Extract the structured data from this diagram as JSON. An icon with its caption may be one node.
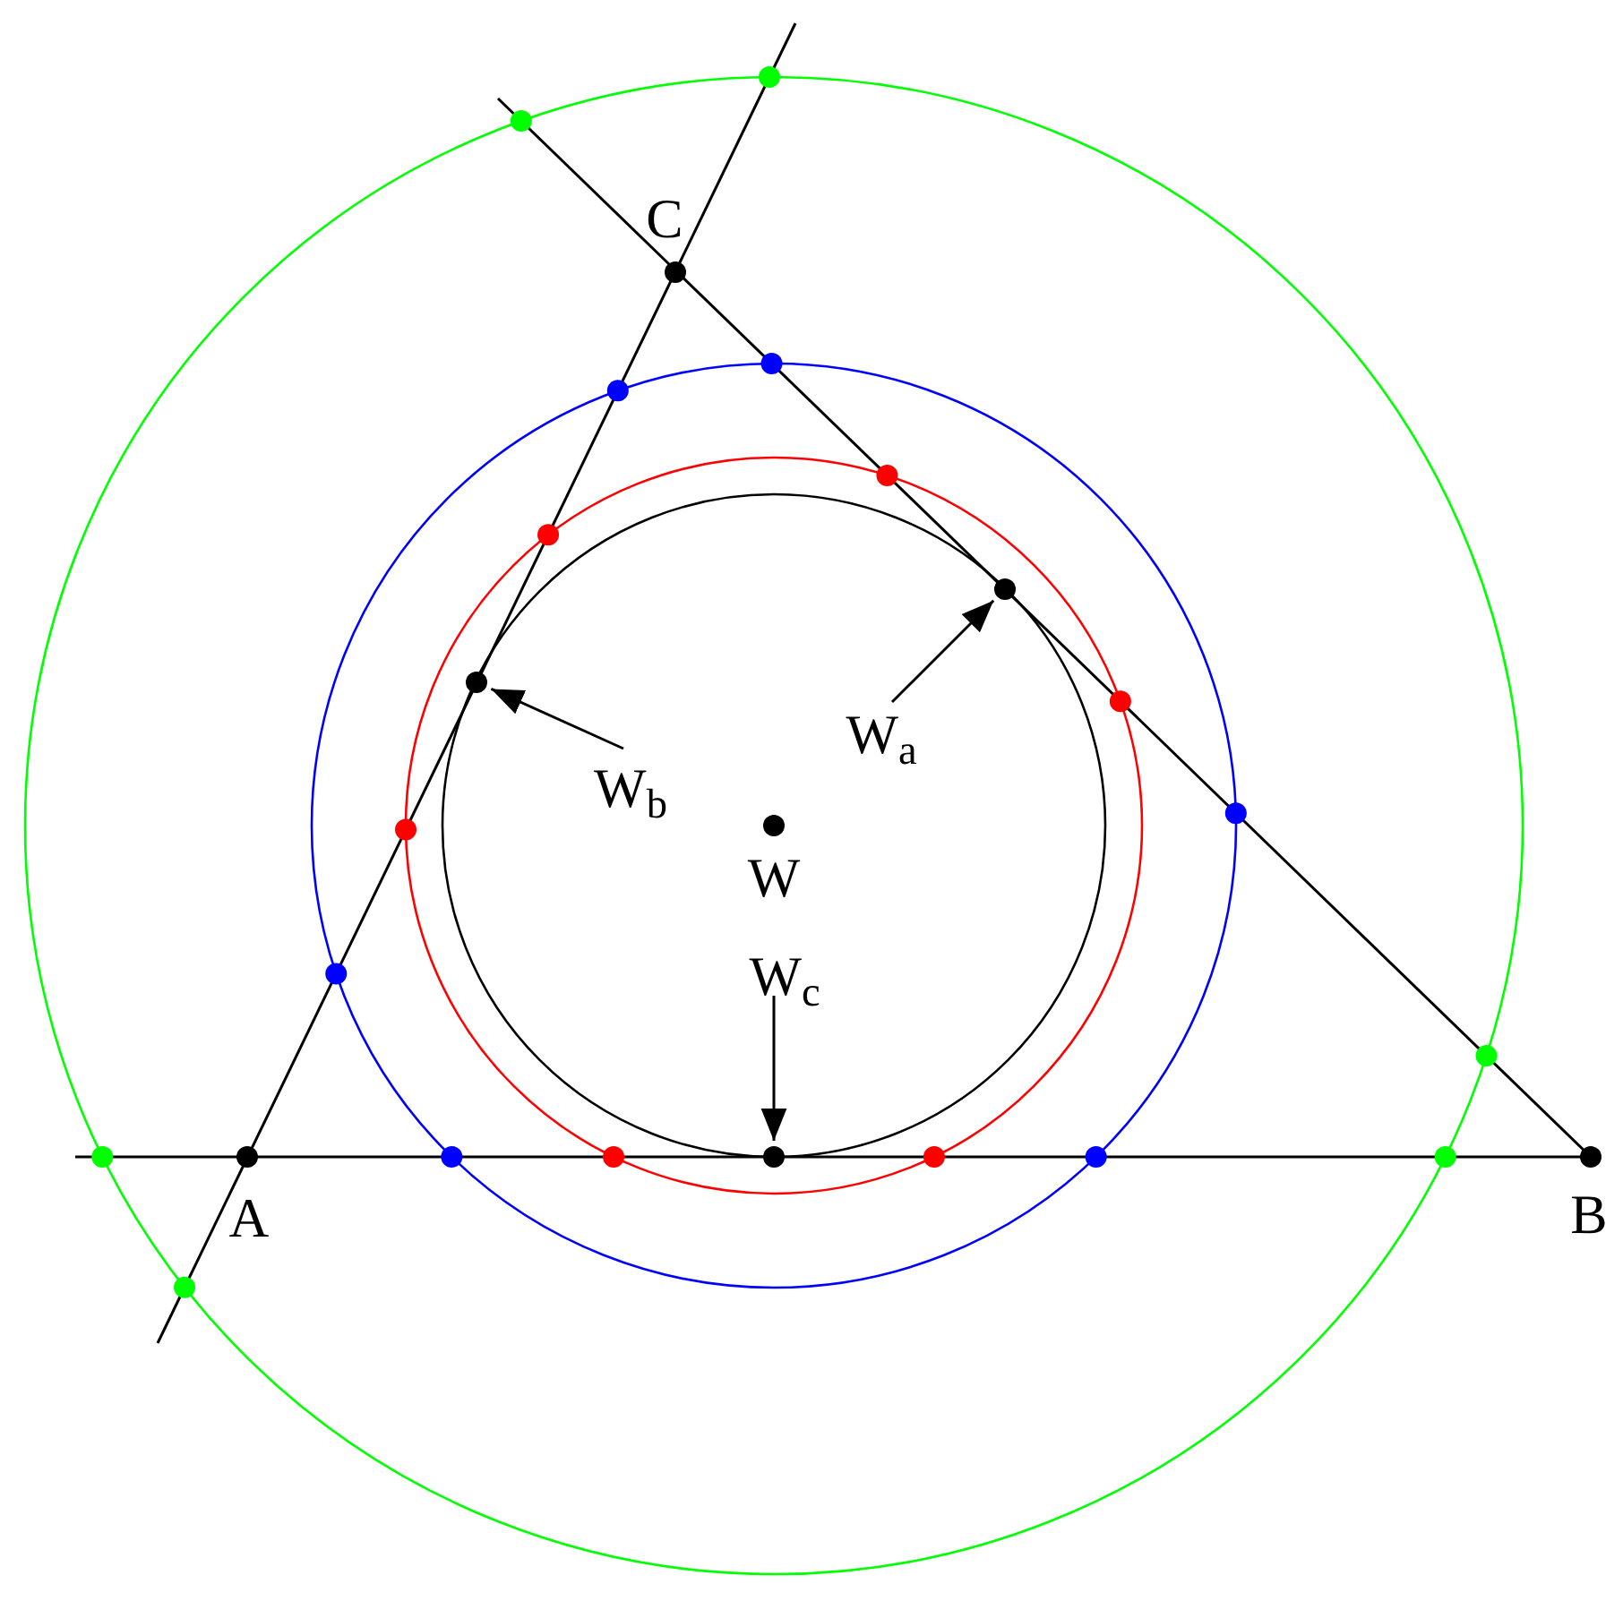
{
  "diagram": {
    "nodes": [
      {
        "text": [
          "W$_{a}$"
        ]
      },
      {
        "text": [
          "W$_{b}$"
        ]
      },
      {
        "text": [
          "W$_{c}$"
        ]
      },
      {
        "text": [],
        "shape": "circle"
      },
      {
        "text": [],
        "shape": "circle"
      },
      {
        "text": [],
        "shape": "circle"
      }
    ],
    "edges": [
      {
        "from": 0,
        "to": 3,
        "arrow": "to"
      },
      {
        "from": 1,
        "to": 4,
        "arrow": "to"
      },
      {
        "from": 2,
        "to": 5,
        "arrow": "to"
      }
    ],
    "labels": [
      "C",
      "W",
      "A",
      "B"
    ]
  }
}
